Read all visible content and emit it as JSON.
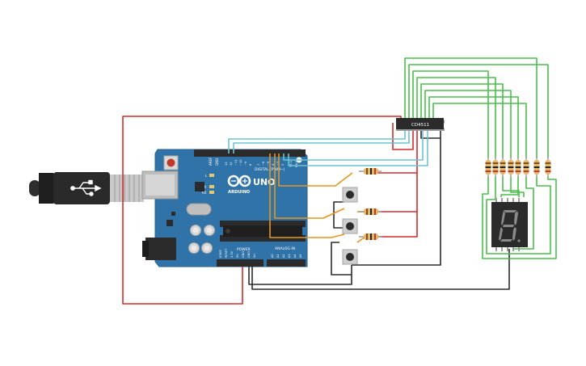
{
  "board": {
    "logo_text": "UNO",
    "brand_text": "ARDUINO",
    "digital_label": "DIGITAL (PWM~)",
    "power_label": "POWER",
    "analog_label": "ANALOG IN",
    "aref_label": "AREF",
    "gnd_label": "GND",
    "led_l_label": "L",
    "led_tx_label": "TX",
    "led_rx_label": "RX",
    "digital_pins": [
      "13",
      "12",
      "~11",
      "~10",
      "~9",
      "8",
      "7",
      "~6",
      "~5",
      "4",
      "~3",
      "2",
      "TX 1",
      "RX 0"
    ],
    "power_pins": [
      "IOREF",
      "RESET",
      "3.3V",
      "5V",
      "GND",
      "GND",
      "Vin"
    ],
    "analog_pins": [
      "A0",
      "A1",
      "A2",
      "A3",
      "A4",
      "A5"
    ]
  },
  "decoder_ic": {
    "label": "CD4511"
  },
  "colors": {
    "wire_red": "#d42b2b",
    "wire_cyan": "#6cc4d0",
    "wire_orange": "#e8951e",
    "wire_green": "#4bbe4b",
    "wire_black": "#2b2b2b",
    "board_blue": "#2f73a8",
    "segment_on": "#8a8a8a"
  }
}
